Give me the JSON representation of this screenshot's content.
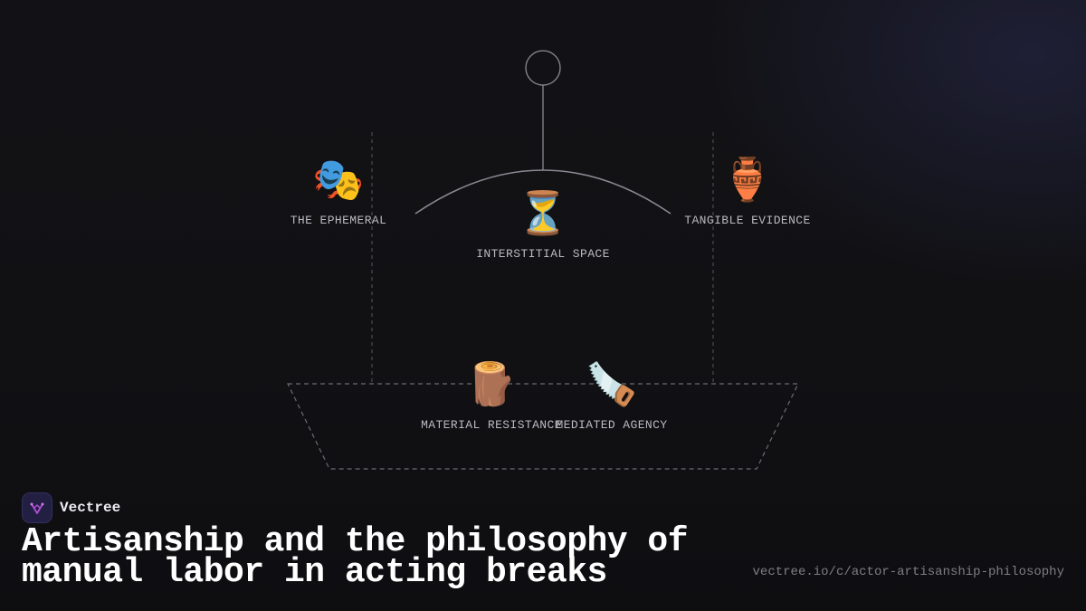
{
  "diagram": {
    "nodes": {
      "ephemeral": {
        "emoji": "🎭",
        "label": "THE EPHEMERAL"
      },
      "interstitial": {
        "emoji": "⏳",
        "label": "INTERSTITIAL SPACE"
      },
      "tangible": {
        "emoji": "🏺",
        "label": "TANGIBLE EVIDENCE"
      },
      "material": {
        "emoji": "🪵",
        "label": "MATERIAL RESISTANCE"
      },
      "mediated": {
        "emoji": "🪚",
        "label": "MEDIATED AGENCY"
      }
    }
  },
  "brand": {
    "name": "Vectree",
    "logo_icon": "vectree-logo-icon",
    "accent": "#b04fd6"
  },
  "footer": {
    "title": "Artisanship and the philosophy of manual labor in acting breaks",
    "url": "vectree.io/c/actor-artisanship-philosophy"
  }
}
